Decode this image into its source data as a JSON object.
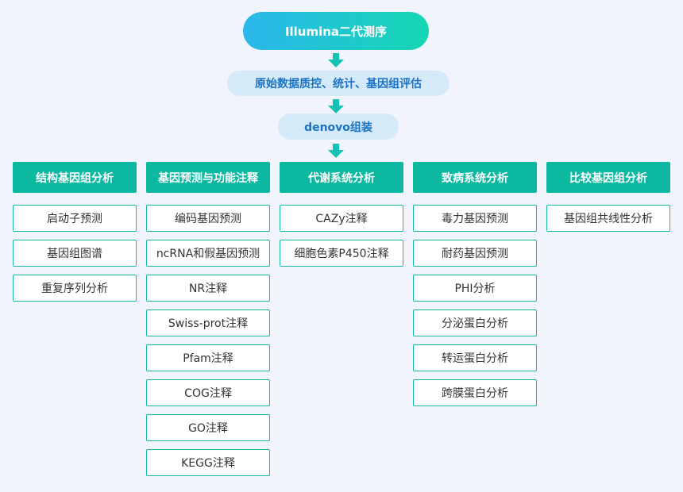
{
  "flow": {
    "top": "Illumina二代测序",
    "qc": "原始数据质控、统计、基因组评估",
    "assembly": "denovo组装"
  },
  "columns": [
    {
      "header": "结构基因组分析",
      "items": [
        "启动子预测",
        "基因组图谱",
        "重复序列分析"
      ]
    },
    {
      "header": "基因预测与功能注释",
      "items": [
        "编码基因预测",
        "ncRNA和假基因预测",
        "NR注释",
        "Swiss-prot注释",
        "Pfam注释",
        "COG注释",
        "GO注释",
        "KEGG注释"
      ]
    },
    {
      "header": "代谢系统分析",
      "items": [
        "CAZy注释",
        "细胞色素P450注释"
      ]
    },
    {
      "header": "致病系统分析",
      "items": [
        "毒力基因预测",
        "耐药基因预测",
        "PHI分析",
        "分泌蛋白分析",
        "转运蛋白分析",
        "跨膜蛋白分析"
      ]
    },
    {
      "header": "比较基因组分析",
      "items": [
        "基因组共线性分析"
      ]
    }
  ],
  "colors": {
    "teal": "#0db8a0",
    "arrow": "#14c2b4",
    "light_blue": "#d4eaf8",
    "blue_text": "#1a72c7"
  }
}
